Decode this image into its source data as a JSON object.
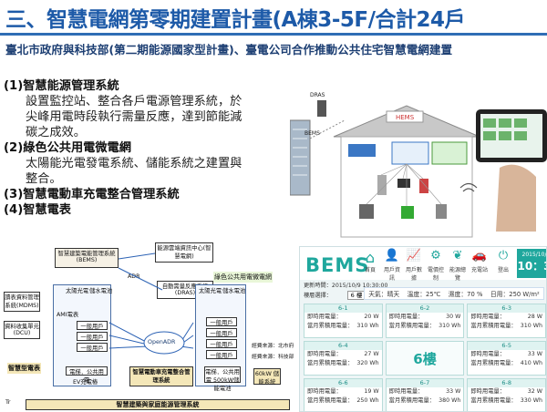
{
  "title": "三、智慧電網第零期建置計畫(A棟3-5F/合計24戶",
  "subtitle": "臺北市政府與科技部(第二期能源國家型計畫)、臺電公司合作推動公共住宅智慧電網建置",
  "items": [
    {
      "heading": "(1)智慧能源管理系統",
      "desc": [
        "設置監控站、整合各戶電源管理系統，於",
        "尖峰用電時段執行需量反應，達到節能減",
        "碳之成效。"
      ]
    },
    {
      "heading": "(2)綠色公共用電微電網",
      "desc": [
        "太陽能光電發電系統、儲能系統之建置與",
        "整合。"
      ]
    },
    {
      "heading": "(3)智慧電動車充電整合管理系統",
      "desc": []
    },
    {
      "heading": "(4)智慧電表",
      "desc": []
    }
  ],
  "home_diagram": {
    "labels": {
      "dras": "DRAS",
      "bems": "BEMS",
      "hems": "HEMS",
      "wifi": "WiFi"
    }
  },
  "system_diagram": {
    "labels": {
      "bems_box": "智慧建築電能管理系統(BEMS)",
      "city_center": "能源雲端資訊中心(智慧電網)",
      "adr": "ADR",
      "dras_box": "自動需量反應系統(DRAS)",
      "green_grid": "綠色公共用電微電網",
      "solar1": "太陽光電",
      "storage1": "儲水電池",
      "solar2": "太陽光電",
      "storage2": "儲水電池",
      "mdms": "讀表資料管理系統(MDMS)",
      "dcu": "資料收集單元(DCU)",
      "ami": "AMI電表",
      "household": "一般用戶",
      "public_elec": "公共用電",
      "common_power": "電梯．公共用電",
      "ev": "EV充電樁",
      "openadr": "OpenADR",
      "meter": "智慧型電表",
      "ev_system": "智慧電動車充電整合管理系統",
      "ev_500kw": "電梯．公共用電 500kW儲能電池",
      "ev_60kw": "60kW 儲能系統",
      "contract1": "經費來源：北市府",
      "contract2": "經費來源：科技部",
      "home_system": "智慧建築與家庭能源管理系統",
      "tr": "Tr"
    }
  },
  "bems_panel": {
    "logo": "BEMS",
    "menu": [
      "首頁",
      "用戶資訊",
      "用戶數據",
      "電價控制",
      "能源總覽",
      "充電站",
      "登出"
    ],
    "clock_date": "2015/10/",
    "clock_time": "10：3",
    "updated": "更新時間：2015/10/9 10:30:00",
    "floor_label": "樓層選擇：",
    "floor_value": "6 樓",
    "weather": {
      "sky": "天氣：晴天",
      "temp": "溫度：25℃",
      "humidity": "濕度：70 %",
      "usage": "日用：250 W/m²"
    },
    "floor_center": "6樓",
    "units": [
      {
        "id": "6-1",
        "now": "20 W",
        "month": "310 Wh"
      },
      {
        "id": "6-2",
        "now": "30 W",
        "month": "310 Wh"
      },
      {
        "id": "6-3",
        "now": "28 W",
        "month": "310 Wh"
      },
      {
        "id": "6-4",
        "now": "27 W",
        "month": "320 Wh"
      },
      {
        "id": "6-5",
        "now": "33 W",
        "month": "410 Wh"
      },
      {
        "id": "6-6",
        "now": "19 W",
        "month": "250 Wh"
      },
      {
        "id": "6-7",
        "now": "33 W",
        "month": "380 Wh"
      },
      {
        "id": "6-8",
        "now": "32 W",
        "month": "330 Wh"
      }
    ],
    "now_label": "即時用電量：",
    "month_label": "當月累積用電量："
  },
  "colors": {
    "title": "#1d5aa8",
    "accent": "#1fa79d"
  }
}
